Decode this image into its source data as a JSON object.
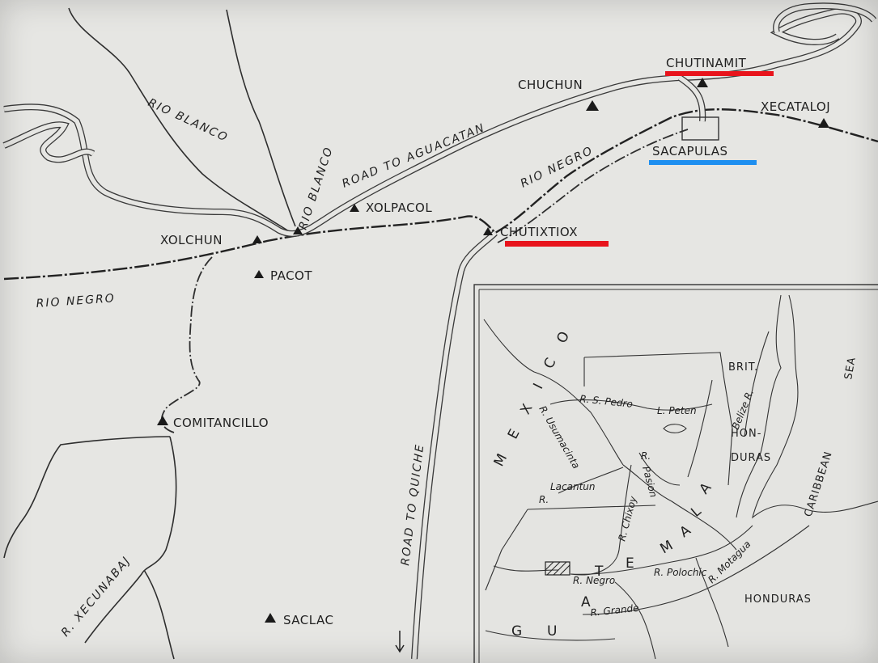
{
  "main_map": {
    "sites": {
      "chuchun": "CHUCHUN",
      "chutinamit": "CHUTINAMIT",
      "xecataloj": "XECATALOJ",
      "sacapulas": "SACAPULAS",
      "xolpacol": "XOLPACOL",
      "xolchun": "XOLCHUN",
      "chutixtiox": "CHUTIXTIOX",
      "pacot": "PACOT",
      "comitancillo": "COMITANCILLO",
      "saclac": "SACLAC"
    },
    "rivers": {
      "rio_blanco_1": "RIO BLANCO",
      "rio_blanco_2": "RIO BLANCO",
      "rio_negro_1": "RIO NEGRO",
      "rio_negro_2": "RIO NEGRO",
      "r_xecunabaj": "R. XECUNABAJ"
    },
    "roads": {
      "to_aguacatan": "ROAD TO AGUACATAN",
      "to_quiche": "ROAD TO QUICHE"
    }
  },
  "inset_map": {
    "countries": {
      "mexico": "M E X I C O",
      "guatemala_g": "G",
      "guatemala_u": "U",
      "guatemala_a": "A",
      "guatemala_t": "T",
      "guatemala_e": "E",
      "guatemala_m": "M",
      "guatemala_a2": "A",
      "guatemala_l": "L",
      "guatemala_a3": "A",
      "brit": "BRIT.",
      "hon": "HON-",
      "duras": "DURAS",
      "honduras": "HONDURAS"
    },
    "sea": {
      "caribbean": "CARIBBEAN",
      "sea": "SEA"
    },
    "features": {
      "r_s_pedro": "R. S. Pedro",
      "l_peten": "L. Peten",
      "r_usumacinta": "R. Usumacinta",
      "belize_r": "Belize R.",
      "r_pasion_r": "R.",
      "r_pasion": "Pasion",
      "lacantun": "Lacantun",
      "r_lacantun": "R.",
      "r_chixoy": "R. Chixoy",
      "r_negro": "R. Negro",
      "r_polochic": "R. Polochic",
      "r_motagua": "R. Motagua",
      "r_grande": "R. Grande"
    }
  },
  "highlight_colors": {
    "red": "#e8141c",
    "blue": "#1e8ff0"
  }
}
